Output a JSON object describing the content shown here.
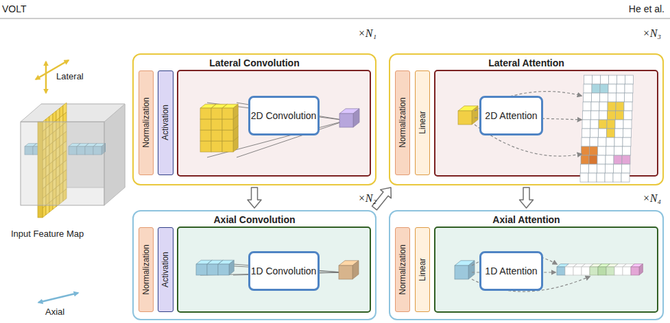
{
  "diagram": {
    "nodes": [
      {
        "text": [
          "Lateral Convolution"
        ]
      },
      {
        "text": [
          "Normalization"
        ],
        "in": 0
      },
      {
        "text": [
          "Activation"
        ],
        "in": 0
      },
      {
        "text": [
          "2D Convolution"
        ],
        "in": 0
      },
      {
        "text": [
          "Axial Convolution"
        ]
      },
      {
        "text": [
          "Normalization"
        ],
        "in": 4
      },
      {
        "text": [
          "Activation"
        ],
        "in": 4
      },
      {
        "text": [
          "1D Convolution"
        ],
        "in": 4
      },
      {
        "text": [
          "Lateral Attention"
        ]
      },
      {
        "text": [
          "Normalization"
        ],
        "in": 8
      },
      {
        "text": [
          "Linear"
        ],
        "in": 8
      },
      {
        "text": [
          "2D Attention"
        ],
        "in": 8
      },
      {
        "text": [
          "Axial Attention"
        ]
      },
      {
        "text": [
          "Normalization"
        ],
        "in": 12
      },
      {
        "text": [
          "Linear"
        ],
        "in": 12
      },
      {
        "text": [
          "1D Attention"
        ],
        "in": 12
      }
    ],
    "edges": [
      {
        "from": 0,
        "to": 4,
        "arrow": "to"
      },
      {
        "from": 4,
        "to": 8,
        "arrow": "to"
      },
      {
        "from": 8,
        "to": 12,
        "arrow": "to"
      }
    ],
    "labels": [
      "VOLT",
      "He et al.",
      "×N₁",
      "×N₂",
      "×N₃",
      "×N₄",
      "Lateral",
      "Axial",
      "Input Feature Map"
    ]
  }
}
